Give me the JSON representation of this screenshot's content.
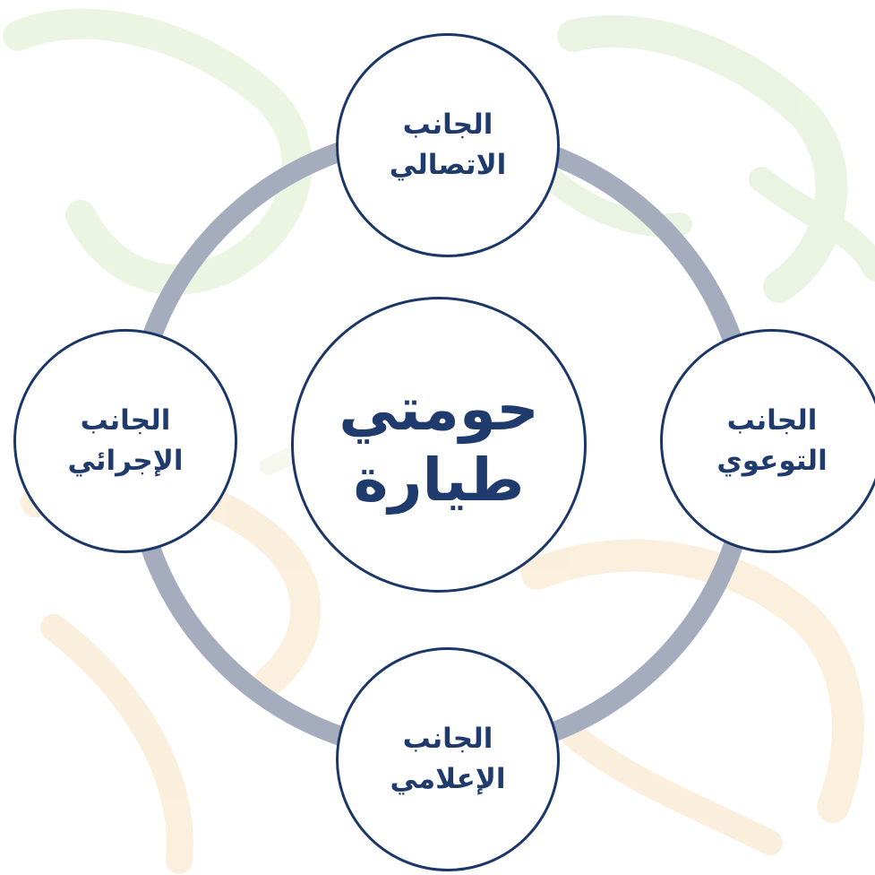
{
  "colors": {
    "ring": "#a4acbd",
    "node_border": "#1b3768",
    "node_fill": "#ffffff",
    "text": "#1f3b6e",
    "bg_green": "#cfe5b8",
    "bg_orange": "#f6d5a7"
  },
  "center": {
    "line1": "حومتي",
    "line2": "طيارة"
  },
  "nodes": {
    "top": {
      "line1": "الجانب",
      "line2": "الاتصالي"
    },
    "right": {
      "line1": "الجانب",
      "line2": "التوعوي"
    },
    "bottom": {
      "line1": "الجانب",
      "line2": "الإعلامي"
    },
    "left": {
      "line1": "الجانب",
      "line2": "الإجرائي"
    }
  }
}
